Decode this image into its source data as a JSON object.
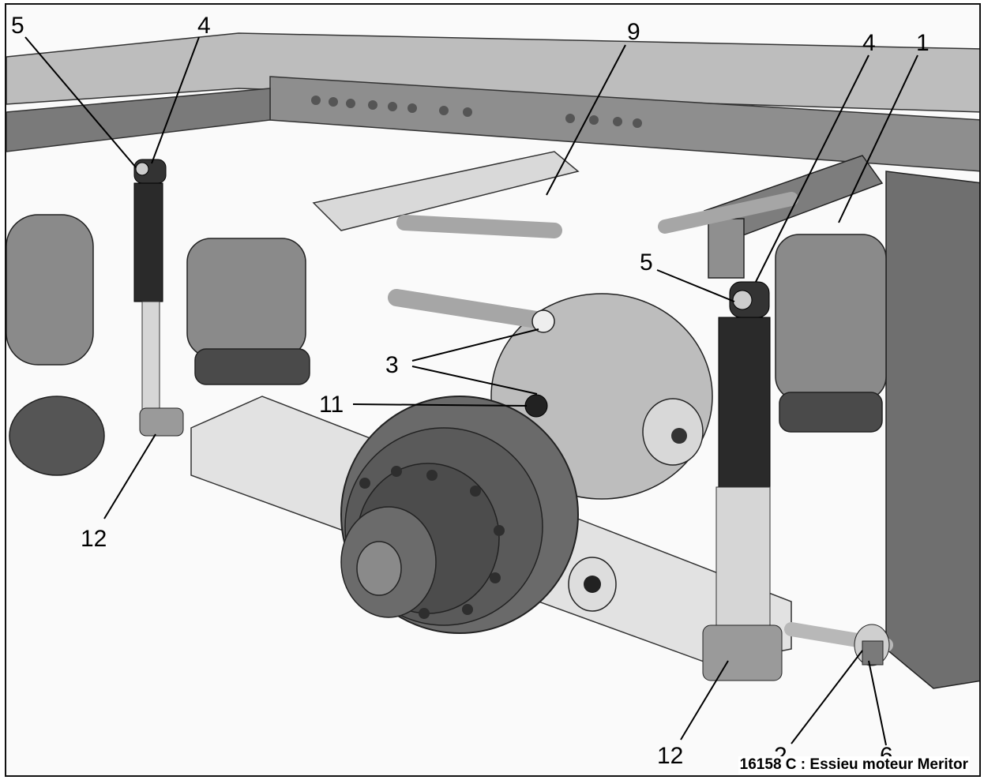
{
  "figure": {
    "caption": "16158 C : Essieu moteur Meritor",
    "colors": {
      "frame": "#9c9c9c",
      "frame_dark": "#6e6e6e",
      "air_bag": "#8a8a8a",
      "shock_dark": "#2a2a2a",
      "shock_light": "#d6d6d6",
      "hub": "#5c5c5c",
      "axle": "#bdbdbd",
      "beam": "#e2e2e2",
      "background": "#fafafa"
    }
  },
  "callouts": [
    {
      "id": "c5a",
      "label": "5"
    },
    {
      "id": "c4a",
      "label": "4"
    },
    {
      "id": "c9",
      "label": "9"
    },
    {
      "id": "c4b",
      "label": "4"
    },
    {
      "id": "c1",
      "label": "1"
    },
    {
      "id": "c5b",
      "label": "5"
    },
    {
      "id": "c3",
      "label": "3"
    },
    {
      "id": "c11",
      "label": "11"
    },
    {
      "id": "c12a",
      "label": "12"
    },
    {
      "id": "c12b",
      "label": "12"
    },
    {
      "id": "c2",
      "label": "2"
    },
    {
      "id": "c6",
      "label": "6"
    }
  ]
}
